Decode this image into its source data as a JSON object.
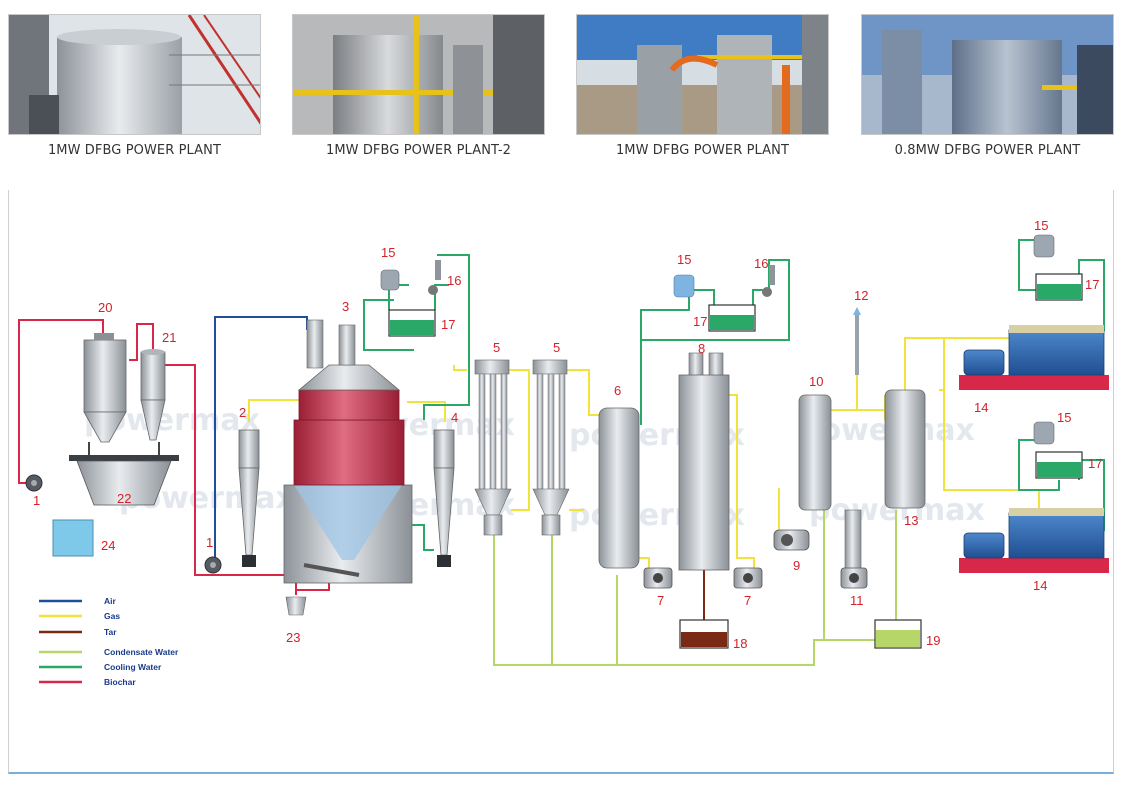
{
  "gallery": [
    {
      "caption": "1MW DFBG POWER PLANT"
    },
    {
      "caption": "1MW DFBG POWER PLANT-2"
    },
    {
      "caption": "1MW DFBG POWER PLANT"
    },
    {
      "caption": "0.8MW DFBG POWER PLANT"
    }
  ],
  "diagram": {
    "watermark": "powermax",
    "labels": {
      "n1a": "1",
      "n1b": "1",
      "n2": "2",
      "n3": "3",
      "n4": "4",
      "n5a": "5",
      "n5b": "5",
      "n6": "6",
      "n7a": "7",
      "n7b": "7",
      "n8": "8",
      "n9": "9",
      "n10": "10",
      "n11": "11",
      "n12": "12",
      "n13": "13",
      "n14a": "14",
      "n14b": "14",
      "n15a": "15",
      "n15b": "15",
      "n15c": "15",
      "n15d": "15",
      "n16a": "16",
      "n16b": "16",
      "n17a": "17",
      "n17b": "17",
      "n17c": "17",
      "n17d": "17",
      "n18": "18",
      "n19": "19",
      "n20": "20",
      "n21": "21",
      "n23": "23",
      "n22": "22",
      "n24": "24"
    },
    "legend": [
      {
        "label": "Air",
        "color": "#1f4e9c"
      },
      {
        "label": "Gas",
        "color": "#f2e33c"
      },
      {
        "label": "Tar",
        "color": "#7a2a12"
      },
      {
        "label": "Condensate Water",
        "color": "#b7d66a"
      },
      {
        "label": "Cooling Water",
        "color": "#2aa868"
      },
      {
        "label": "Biochar",
        "color": "#d8284a"
      }
    ]
  }
}
